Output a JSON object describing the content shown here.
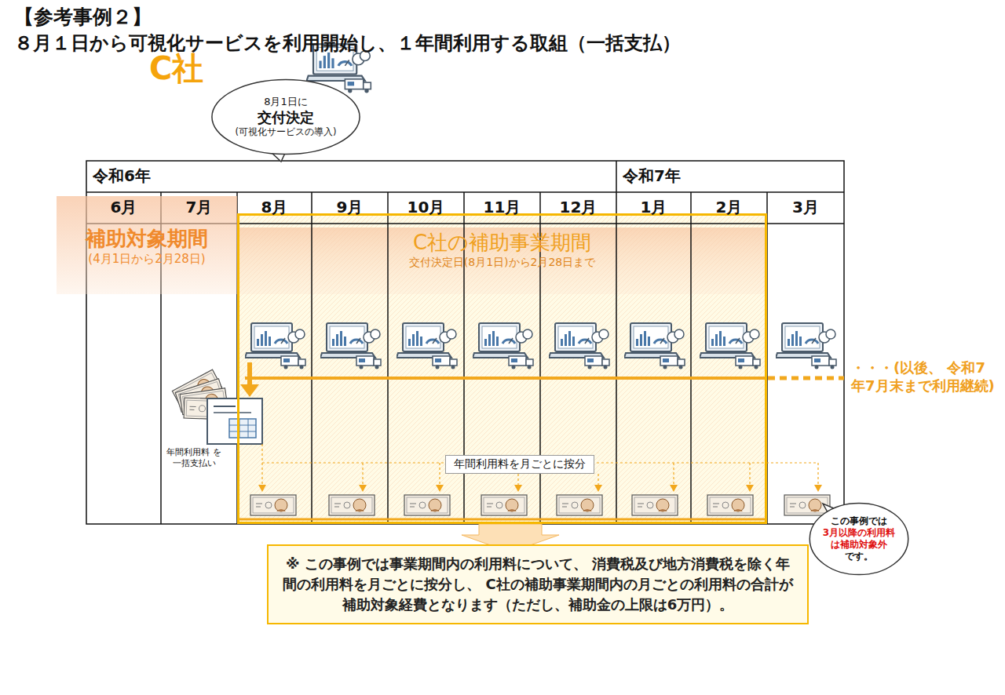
{
  "diagram": {
    "title": "【参考事例２】",
    "nodes": [
      {
        "text": [
          "8月1日に",
          "交付決定",
          "(可視化サービスの導入)"
        ]
      },
      {
        "text": [
          "補助対象期間",
          "(4月1日から2月28日)"
        ]
      },
      {
        "text": [
          "C社の補助事業期間",
          "交付決定日(8月1日)から2月28日まで"
        ]
      },
      {
        "text": [
          "年間利用料を月ごとに按分"
        ],
        "in": 2
      },
      {
        "text": [
          "この事例では",
          "3月以降の利用料は補助対象外",
          "です。"
        ]
      },
      {
        "text": [
          "※ この事例では事業期間内の利用料について、 消費税及び地方消費税を除く年間の利用料を月ごとに按分し、 C社の補助事業期間内の月ごとの利用料の合計が 補助対象経費となります（ただし、補助金の上限は6万円）。"
        ]
      }
    ],
    "labels": [
      "８月１日から可視化サービスを利用開始し、１年間利用する取組（一括支払）",
      "C社",
      "令和6年",
      "令和7年",
      "6月",
      "7月",
      "8月",
      "9月",
      "10月",
      "11月",
      "12月",
      "1月",
      "2月",
      "3月",
      "年間利用料 を一括支払い",
      "・・・(以後、 令和7年7月末まで利用継続)"
    ]
  }
}
